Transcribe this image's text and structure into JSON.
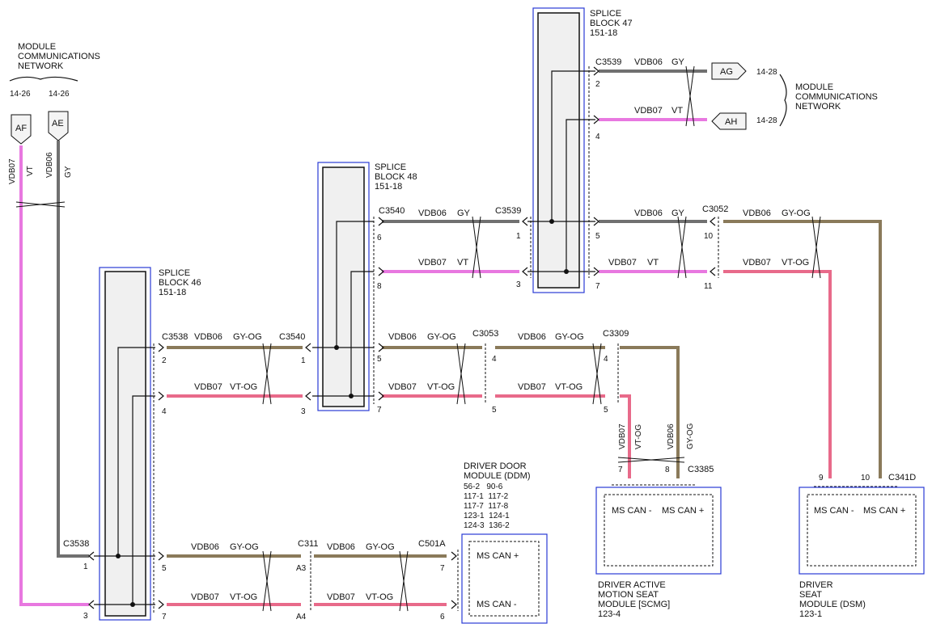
{
  "colors": {
    "gy": "#707070",
    "vt": "#e878e0",
    "gy_og": "#8a7a5a",
    "vt_og": "#e86a8a",
    "border": "#2a3bd6"
  },
  "mcn_left": {
    "title1": "MODULE",
    "title2": "COMMUNICATIONS",
    "title3": "NETWORK",
    "ref_a": "14-26",
    "ref_b": "14-26",
    "conn_af": "AF",
    "conn_ae": "AE"
  },
  "mcn_right": {
    "title1": "MODULE",
    "title2": "COMMUNICATIONS",
    "title3": "NETWORK",
    "ref_a": "14-28",
    "ref_b": "14-28",
    "conn_ag": "AG",
    "conn_ah": "AH"
  },
  "splice46": {
    "l1": "SPLICE",
    "l2": "BLOCK 46",
    "l3": "151-18"
  },
  "splice48": {
    "l1": "SPLICE",
    "l2": "BLOCK 48",
    "l3": "151-18"
  },
  "splice47": {
    "l1": "SPLICE",
    "l2": "BLOCK 47",
    "l3": "151-18"
  },
  "wires": {
    "vdb06": "VDB06",
    "vdb07": "VDB07",
    "gy": "GY",
    "vt": "VT",
    "gy_og": "GY-OG",
    "vt_og": "VT-OG"
  },
  "connectors": {
    "c3538": "C3538",
    "c3540": "C3540",
    "c3539": "C3539",
    "c3053": "C3053",
    "c3309": "C3309",
    "c3052": "C3052",
    "c311": "C311",
    "c501a": "C501A",
    "c3385": "C3385",
    "c341d": "C341D"
  },
  "pins": {
    "p1": "1",
    "p2": "2",
    "p3": "3",
    "p4": "4",
    "p5": "5",
    "p6": "6",
    "p7": "7",
    "p8": "8",
    "p9": "9",
    "p10": "10",
    "p11": "11",
    "a3": "A3",
    "a4": "A4"
  },
  "ddm": {
    "t1": "DRIVER DOOR",
    "t2": "MODULE (DDM)",
    "refs": [
      "56-2   90-6",
      "117-1  117-2",
      "117-7  117-8",
      "123-1  124-1",
      "124-3  136-2"
    ],
    "can_plus": "MS CAN +",
    "can_minus": "MS CAN -"
  },
  "scmg": {
    "t1": "DRIVER ACTIVE",
    "t2": "MOTION SEAT",
    "t3": "MODULE [SCMG]",
    "t4": "123-4",
    "can_minus": "MS CAN -",
    "can_plus": "MS CAN +"
  },
  "dsm": {
    "t1": "DRIVER",
    "t2": "SEAT",
    "t3": "MODULE (DSM)",
    "t4": "123-1",
    "can_minus": "MS CAN -",
    "can_plus": "MS CAN +"
  }
}
